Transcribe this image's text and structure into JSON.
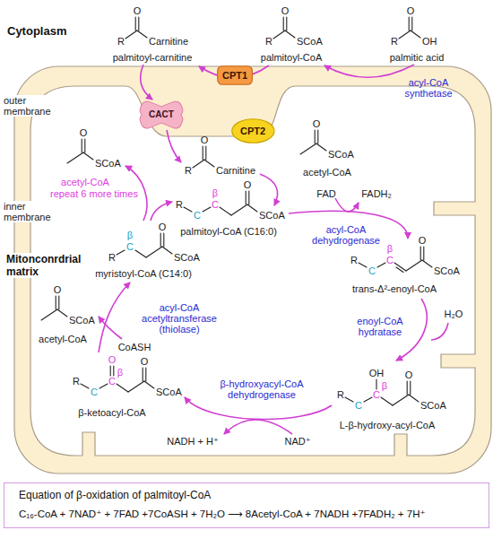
{
  "diagram": {
    "nodes": [
      {
        "text": [
          "CPT1"
        ]
      },
      {
        "text": [
          "CACT"
        ]
      },
      {
        "text": [
          "CPT2"
        ]
      },
      {
        "text": [
          "Equation of β-oxidation of palmitoyl-CoA",
          "C₁₆-CoA + 7NAD⁺ + 7FAD +7CoASH + 7H₂O ⟶ 8Acetyl-CoA + 7NADH +7FADH₂ + 7H⁺"
        ]
      }
    ],
    "labels": [
      "Cytoplasm",
      "R",
      "O",
      "Carnitine",
      "palmitoyl-carnitine",
      "R",
      "O",
      "SCoA",
      "palmitoyl-CoA",
      "R",
      "O",
      "OH",
      "palmitic acid",
      "acyl-CoA synthetase",
      "outer membrane",
      "inner membrane",
      "R",
      "O",
      "Carnitine",
      "O",
      "SCoA",
      "acetyl-CoA",
      "O",
      "SCoA",
      "acetyl-CoA",
      "repeat 6 more times",
      "R",
      "C",
      "β",
      "C",
      "O",
      "SCoA",
      "palmitoyl-CoA (C16:0)",
      "FAD",
      "FADH₂",
      "acyl-CoA dehydrogenase",
      "Mitonconrdrial matrix",
      "R",
      "C",
      "β",
      "O",
      "SCoA",
      "myristoyl-CoA (C14:0)",
      "R",
      "C",
      "β",
      "C",
      "O",
      "SCoA",
      "trans-Δ²-enoyl-CoA",
      "enoyl-CoA hydratase",
      "H₂O",
      "O",
      "SCoA",
      "acetyl-CoA",
      "acyl-CoA acetyltransferase (thiolase)",
      "CoASH",
      "R",
      "C",
      "O",
      "C",
      "β",
      "O",
      "SCoA",
      "β-ketoacyl-CoA",
      "R",
      "C",
      "OH",
      "β",
      "C",
      "O",
      "SCoA",
      "L-β-hydroxy-acyl-CoA",
      "β-hydroxyacyl-CoA dehydrogenase",
      "NAD⁺",
      "NADH + H⁺"
    ]
  }
}
